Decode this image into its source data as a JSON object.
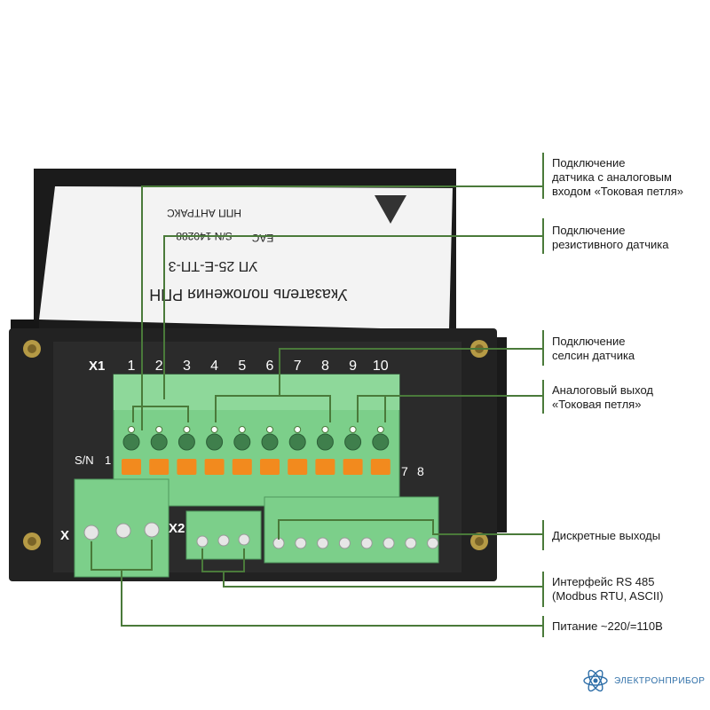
{
  "device": {
    "label_title": "Указатель положения РПН",
    "label_model": "УП 25-Е-ТП-3",
    "label_serial": "S/N 140288",
    "label_maker": "НПП АНТРАКС",
    "label_mark": "EAC",
    "x1": "X1",
    "x2": "X2",
    "x3": "X",
    "sn": "S/N",
    "sn_num": "1",
    "num_7": "7",
    "num_8": "8",
    "pins": [
      "1",
      "2",
      "3",
      "4",
      "5",
      "6",
      "7",
      "8",
      "9",
      "10"
    ]
  },
  "callouts": [
    {
      "lines": [
        "Подключение",
        "датчика с аналоговым",
        "входом «Токовая петля»"
      ]
    },
    {
      "lines": [
        "Подключение",
        "резистивного датчика"
      ]
    },
    {
      "lines": [
        "Подключение",
        "селсин датчика"
      ]
    },
    {
      "lines": [
        "Аналоговый выход",
        "«Токовая петля»"
      ]
    },
    {
      "lines": [
        "Дискретные выходы"
      ]
    },
    {
      "lines": [
        "Интерфейс RS 485",
        "(Modbus RTU, ASCII)"
      ]
    },
    {
      "lines": [
        "Питание ~220/=110В"
      ]
    }
  ],
  "brand": {
    "name": "ЭЛЕКТРОНПРИБОР"
  },
  "colors": {
    "leader": "#4a7a3a",
    "terminal": "#7ccf8a",
    "orange": "#f28a1e",
    "case": "#1e1e1e"
  }
}
